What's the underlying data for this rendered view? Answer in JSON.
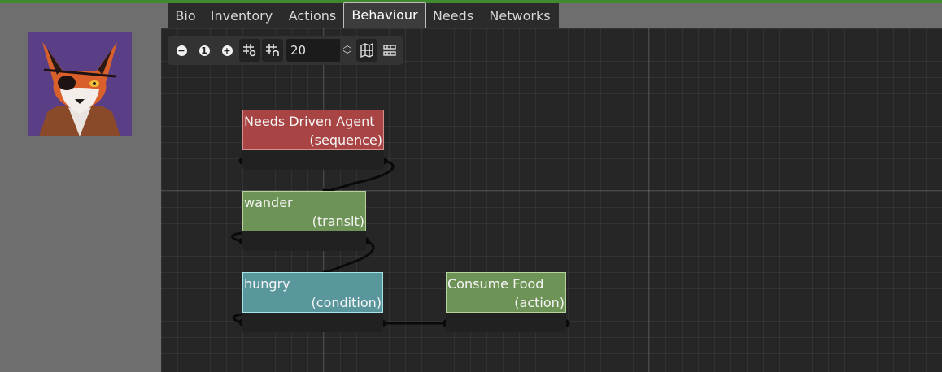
{
  "tabs": [
    {
      "label": "Bio"
    },
    {
      "label": "Inventory"
    },
    {
      "label": "Actions"
    },
    {
      "label": "Behaviour",
      "active": true
    },
    {
      "label": "Needs"
    },
    {
      "label": "Networks"
    }
  ],
  "toolbar": {
    "zoom_out_icon": "minus-circle-icon",
    "zoom_reset_icon": "one-circle-icon",
    "zoom_in_icon": "plus-circle-icon",
    "snap_toggle_icon": "grid-snap-icon",
    "snap_distance_icon": "snap-grid-icon",
    "snap_value": "20",
    "minimap_icon": "minimap-icon",
    "arrange_icon": "arrange-nodes-icon"
  },
  "nodes": {
    "needs_driven_agent": {
      "title": "Needs Driven Agent",
      "type": "(sequence)",
      "color": "#a84544"
    },
    "wander": {
      "title": "wander",
      "type": "(transit)",
      "color": "#6e9357"
    },
    "hungry": {
      "title": "hungry",
      "type": "(condition)",
      "color": "#5a979d"
    },
    "consume_food": {
      "title": "Consume Food",
      "type": "(action)",
      "color": "#6e9357"
    }
  },
  "colors": {
    "accent_bar": "#3f8a2e",
    "graph_bg": "#262626",
    "panel_bg": "#6e6e6e"
  }
}
